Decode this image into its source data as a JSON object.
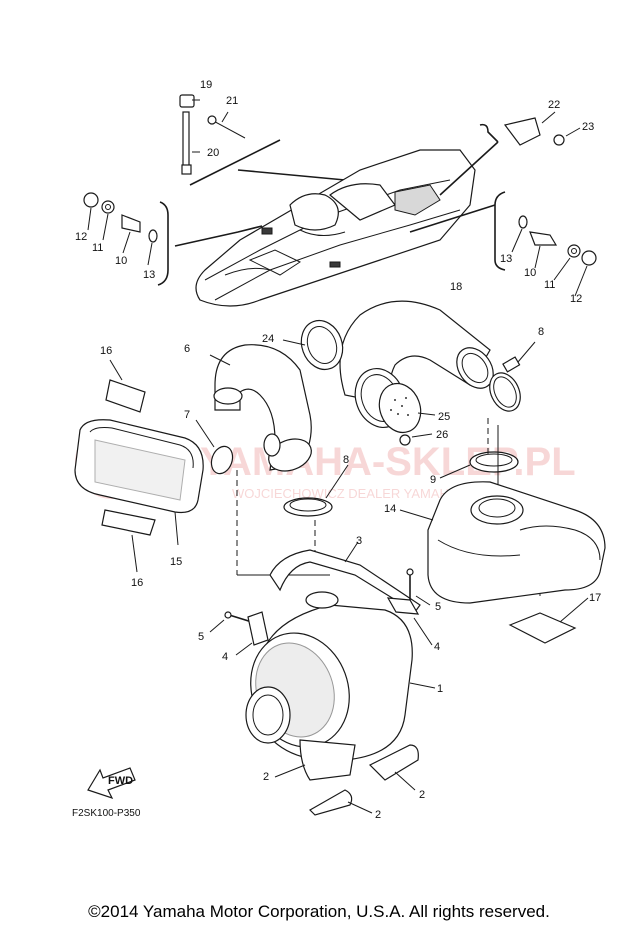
{
  "diagram_code": "F2SK100-P350",
  "copyright": "©2014 Yamaha Motor Corporation, U.S.A. All rights reserved.",
  "watermark": {
    "main": "YAMAHA-SKLEP.PL",
    "sub": "WOJCIECHOWICZ DEALER YAMAHA"
  },
  "fwd_label": "FWD",
  "callouts": {
    "c1": "1",
    "c2a": "2",
    "c2b": "2",
    "c2c": "2",
    "c3": "3",
    "c4a": "4",
    "c4b": "4",
    "c5a": "5",
    "c5b": "5",
    "c6": "6",
    "c7": "7",
    "c8a": "8",
    "c8b": "8",
    "c9": "9",
    "c10a": "10",
    "c10b": "10",
    "c11a": "11",
    "c11b": "11",
    "c12a": "12",
    "c12b": "12",
    "c13a": "13",
    "c13b": "13",
    "c14": "14",
    "c15": "15",
    "c16a": "16",
    "c16b": "16",
    "c17": "17",
    "c18": "18",
    "c19": "19",
    "c20": "20",
    "c21": "21",
    "c22": "22",
    "c23": "23",
    "c24": "24",
    "c25": "25",
    "c26": "26"
  }
}
